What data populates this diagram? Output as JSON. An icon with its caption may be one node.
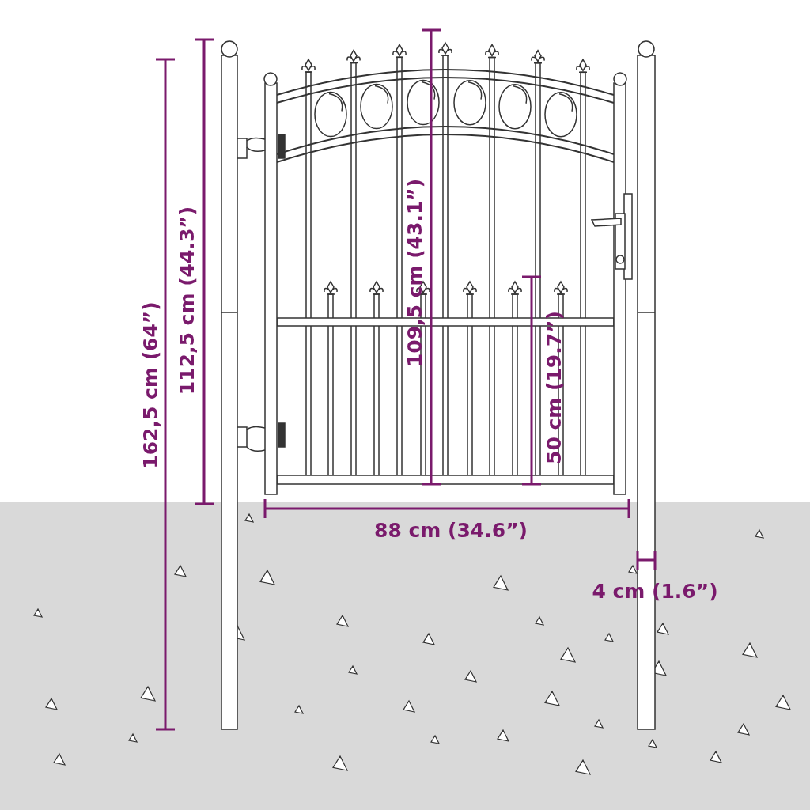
{
  "diagram": {
    "labels": [
      "162,5 cm (64”)",
      "112,5 cm (44.3”)",
      "109,5 cm (43.1”)",
      "50 cm (19.7”)",
      "88 cm (34.6”)",
      "4 cm (1.6”)"
    ]
  }
}
